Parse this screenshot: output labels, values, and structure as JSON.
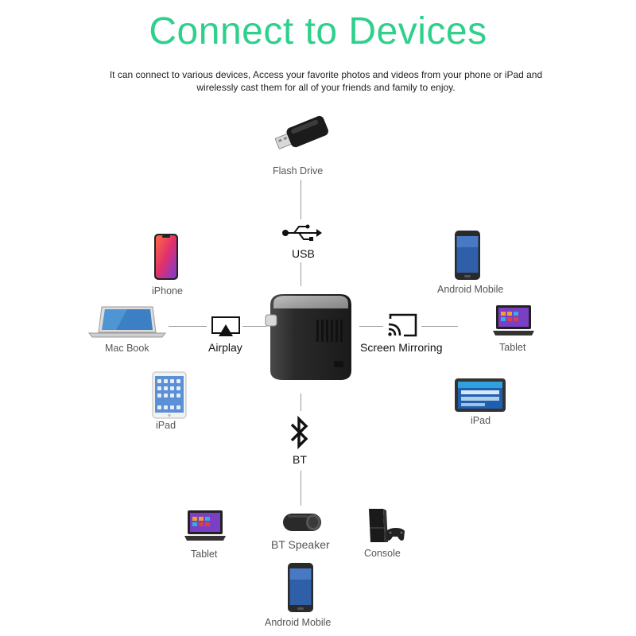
{
  "header": {
    "title": "Connect to Devices",
    "subtitle_line1": "It can connect to various devices, Access your favorite photos and videos from your phone or iPad and",
    "subtitle_line2": "wirelessly cast them for all of your friends and family to enjoy."
  },
  "hub": {
    "usb_label": "USB",
    "airplay_label": "Airplay",
    "mirroring_label": "Screen Mirroring",
    "bt_label": "BT"
  },
  "devices": {
    "flash_drive": "Flash Drive",
    "iphone": "iPhone",
    "macbook": "Mac Book",
    "ipad_left": "iPad",
    "android_right": "Android Mobile",
    "tablet_right": "Tablet",
    "ipad_right": "iPad",
    "tablet_bottom": "Tablet",
    "bt_speaker": "BT Speaker",
    "console": "Console",
    "android_bottom": "Android Mobile"
  },
  "colors": {
    "accent": "#2ed08c",
    "connector": "#9a9a9a"
  }
}
